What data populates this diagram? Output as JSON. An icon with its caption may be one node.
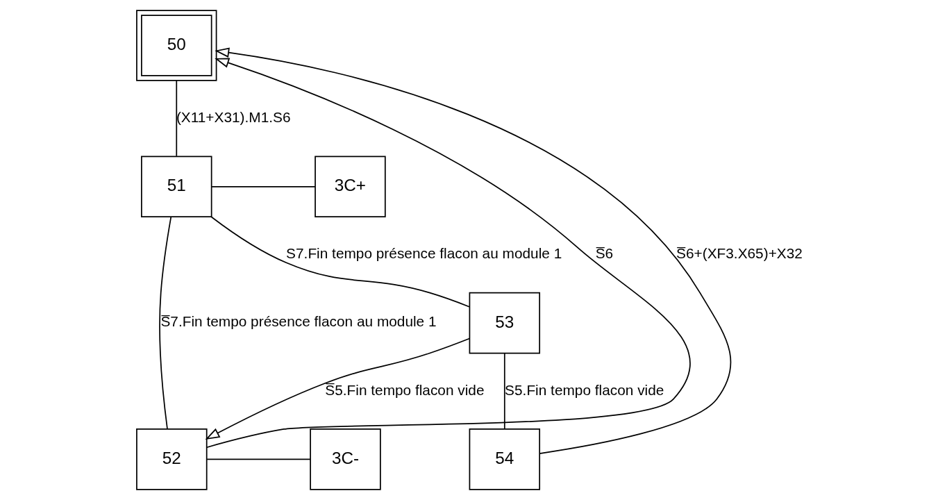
{
  "diagram": {
    "nodes": [
      {
        "text": [
          "50"
        ]
      },
      {
        "text": [
          "51"
        ]
      },
      {
        "text": [
          "3C+"
        ]
      },
      {
        "text": [
          "52"
        ]
      },
      {
        "text": [
          "3C-"
        ]
      },
      {
        "text": [
          "53"
        ]
      },
      {
        "text": [
          "54"
        ]
      }
    ],
    "edges": [
      {
        "from": 0,
        "to": 1,
        "arrow": "none",
        "label": "(X11+X31).M1.S6"
      },
      {
        "from": 1,
        "to": 2,
        "arrow": "none"
      },
      {
        "from": 1,
        "to": 3,
        "arrow": "none",
        "label": "S̅7.Fin tempo présence flacon au module 1"
      },
      {
        "from": 1,
        "to": 5,
        "arrow": "none",
        "label": "S7.Fin tempo présence flacon au module 1"
      },
      {
        "from": 3,
        "to": 4,
        "arrow": "none"
      },
      {
        "from": 5,
        "to": 3,
        "arrow": "to",
        "label": "S̅5.Fin tempo flacon vide"
      },
      {
        "from": 5,
        "to": 6,
        "arrow": "none",
        "label": "S5.Fin tempo flacon vide"
      },
      {
        "from": 3,
        "to": 0,
        "arrow": "to",
        "label": "S̅6"
      },
      {
        "from": 6,
        "to": 0,
        "arrow": "to",
        "label": "S̅6+(XF3.X65)+X32"
      }
    ]
  }
}
